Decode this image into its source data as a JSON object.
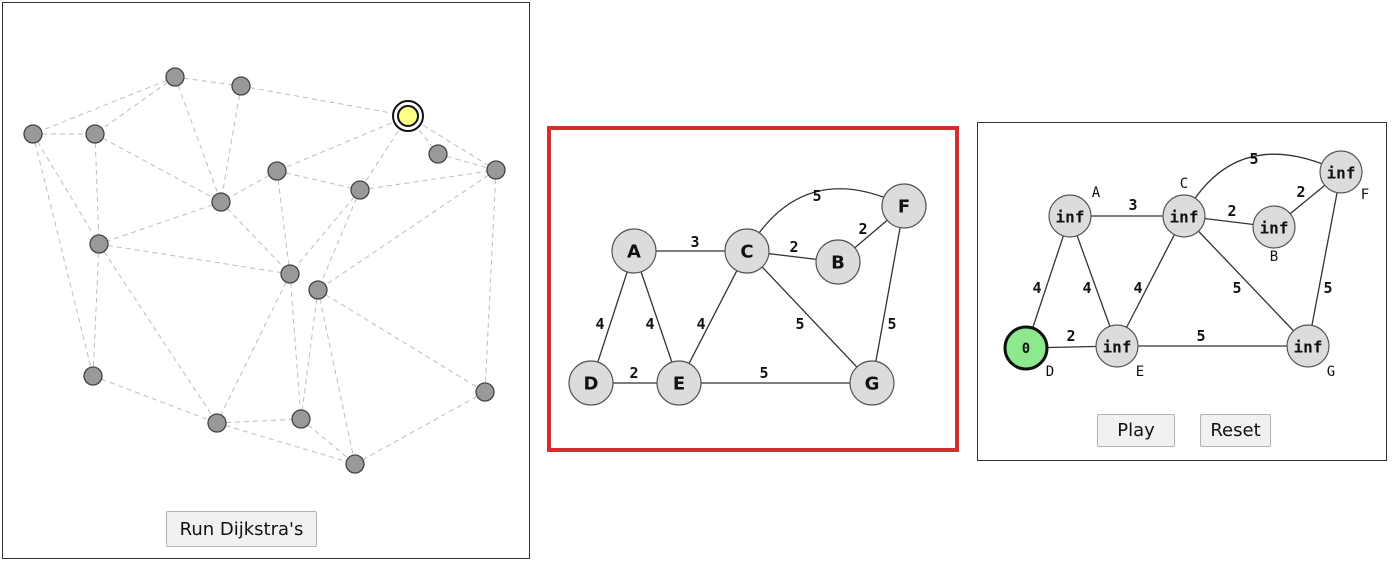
{
  "left_panel": {
    "button_label": "Run Dijkstra's"
  },
  "middle_panel": {
    "nodes": [
      "A",
      "B",
      "C",
      "D",
      "E",
      "F",
      "G"
    ],
    "edges": [
      {
        "from": "A",
        "to": "C",
        "weight": "3"
      },
      {
        "from": "C",
        "to": "B",
        "weight": "2"
      },
      {
        "from": "B",
        "to": "F",
        "weight": "2"
      },
      {
        "from": "C",
        "to": "F",
        "weight": "5"
      },
      {
        "from": "A",
        "to": "D",
        "weight": "4"
      },
      {
        "from": "A",
        "to": "E",
        "weight": "4"
      },
      {
        "from": "C",
        "to": "E",
        "weight": "4"
      },
      {
        "from": "C",
        "to": "G",
        "weight": "5"
      },
      {
        "from": "F",
        "to": "G",
        "weight": "5"
      },
      {
        "from": "D",
        "to": "E",
        "weight": "2"
      },
      {
        "from": "E",
        "to": "G",
        "weight": "5"
      }
    ]
  },
  "right_panel": {
    "nodes": [
      {
        "id": "A",
        "value": "inf"
      },
      {
        "id": "B",
        "value": "inf"
      },
      {
        "id": "C",
        "value": "inf"
      },
      {
        "id": "D",
        "value": "0"
      },
      {
        "id": "E",
        "value": "inf"
      },
      {
        "id": "F",
        "value": "inf"
      },
      {
        "id": "G",
        "value": "inf"
      }
    ],
    "edges": [
      {
        "from": "A",
        "to": "C",
        "weight": "3"
      },
      {
        "from": "C",
        "to": "B",
        "weight": "2"
      },
      {
        "from": "B",
        "to": "F",
        "weight": "2"
      },
      {
        "from": "C",
        "to": "F",
        "weight": "5"
      },
      {
        "from": "A",
        "to": "D",
        "weight": "4"
      },
      {
        "from": "A",
        "to": "E",
        "weight": "4"
      },
      {
        "from": "C",
        "to": "E",
        "weight": "4"
      },
      {
        "from": "C",
        "to": "G",
        "weight": "5"
      },
      {
        "from": "F",
        "to": "G",
        "weight": "5"
      },
      {
        "from": "D",
        "to": "E",
        "weight": "2"
      },
      {
        "from": "E",
        "to": "G",
        "weight": "5"
      }
    ],
    "play_label": "Play",
    "reset_label": "Reset"
  },
  "colors": {
    "node_fill": "#dcdcdc",
    "small_node_fill": "#999999",
    "start_fill": "#8ee88e",
    "highlight_fill": "#ffff88",
    "frame_red": "#d32f2f"
  }
}
